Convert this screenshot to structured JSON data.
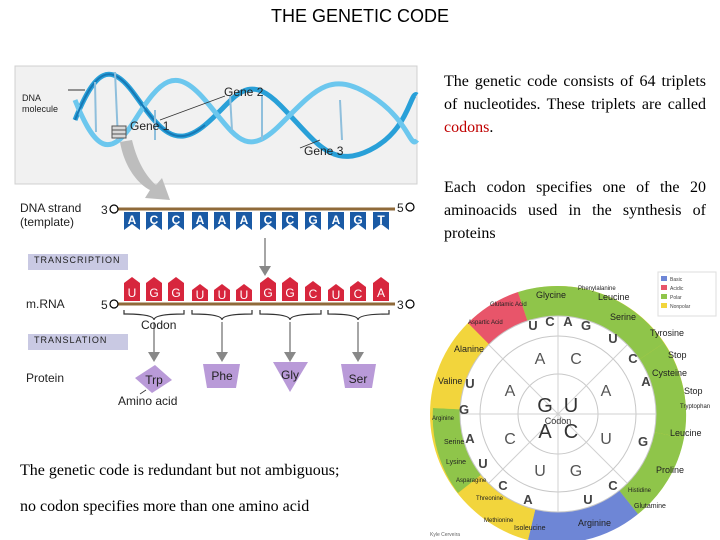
{
  "title": "THE GENETIC CODE",
  "figure": {
    "dna_molecule": "DNA\nmolecule",
    "gene1": "Gene 1",
    "gene2": "Gene 2",
    "gene3": "Gene 3",
    "dna_strand_label": "DNA strand\n(template)",
    "three_prime": "3",
    "five_prime": "5",
    "dna_bases": [
      "A",
      "C",
      "C",
      "A",
      "A",
      "A",
      "C",
      "C",
      "G",
      "A",
      "G",
      "T"
    ],
    "transcription": "TRANSCRIPTION",
    "mrna_label": "m.RNA",
    "mrna_bases": [
      "U",
      "G",
      "G",
      "U",
      "U",
      "U",
      "G",
      "G",
      "C",
      "U",
      "C",
      "A"
    ],
    "codon_label": "Codon",
    "translation": "TRANSLATION",
    "protein_label": "Protein",
    "amino_acids": [
      "Trp",
      "Phe",
      "Gly",
      "Ser"
    ],
    "amino_acid_label": "Amino acid"
  },
  "text": {
    "p1_before": "The genetic code consists of 64 triplets of nucleotides. These triplets are called ",
    "p1_highlight": "codons",
    "p1_after": ".",
    "p2": "Each codon specifies one of the 20 aminoacids used in the synthesis of proteins",
    "p3_line1": "The genetic code is redundant but not ambiguous;",
    "p3_line2": "no codon specifies more than one amino acid"
  },
  "wheel": {
    "center_bases": [
      "G",
      "U",
      "A",
      "C"
    ],
    "center_label": "Codon",
    "amino_acids": [
      "Glycine",
      "Leucine",
      "Serine",
      "Tyrosine",
      "Stop",
      "Cysteine",
      "Stop",
      "Tryptophan",
      "Leucine",
      "Proline",
      "Histidine",
      "Glutamine",
      "Arginine",
      "Isoleucine",
      "Methionine",
      "Threonine",
      "Asparagine",
      "Lysine",
      "Serine",
      "Arginine",
      "Valine",
      "Alanine",
      "Aspartic Acid",
      "Glutamic Acid",
      "Phenylalanine"
    ],
    "legend": [
      "Basic",
      "Acidic",
      "Polar",
      "Nonpolar"
    ],
    "credit": "Kyle Cerveira"
  }
}
